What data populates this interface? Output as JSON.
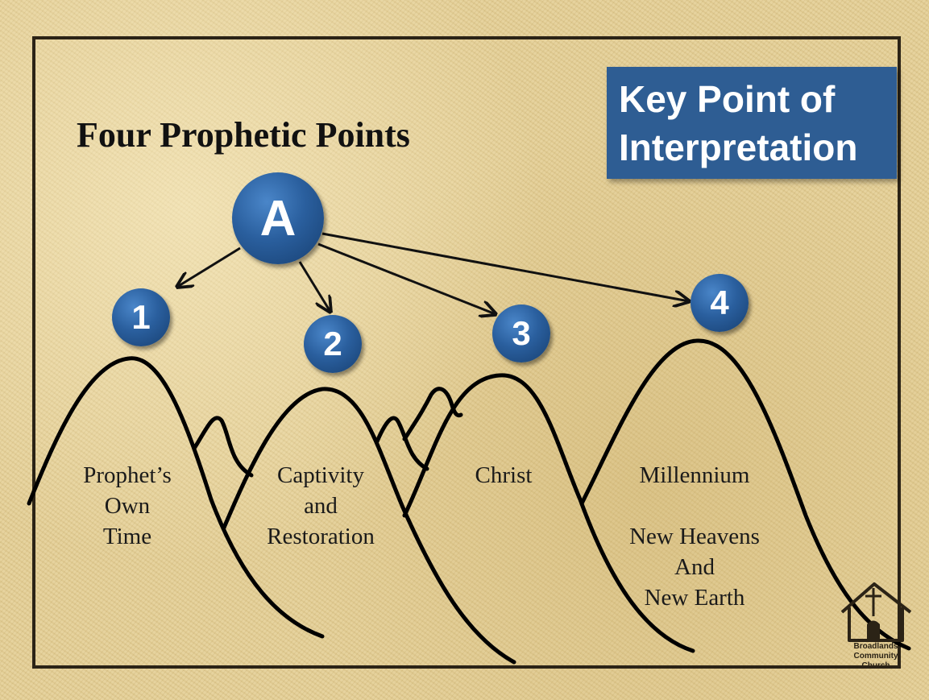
{
  "title": "Four Prophetic Points",
  "key_box": {
    "line1": "Key Point of",
    "line2": "Interpretation"
  },
  "origin": {
    "label": "A"
  },
  "points": [
    {
      "number": "1",
      "label_lines": [
        "Prophet’s",
        "Own",
        "Time"
      ]
    },
    {
      "number": "2",
      "label_lines": [
        "Captivity",
        "and",
        "Restoration"
      ]
    },
    {
      "number": "3",
      "label_lines": [
        "Christ"
      ]
    },
    {
      "number": "4",
      "label_lines": [
        "Millennium",
        "",
        "New Heavens",
        "And",
        "New Earth"
      ]
    }
  ],
  "logo": {
    "lines": [
      "Broadlands",
      "Community",
      "Church"
    ]
  },
  "colors": {
    "circle": "#2a5f9e",
    "key_box": "#2e5d93",
    "ink": "#111111"
  }
}
